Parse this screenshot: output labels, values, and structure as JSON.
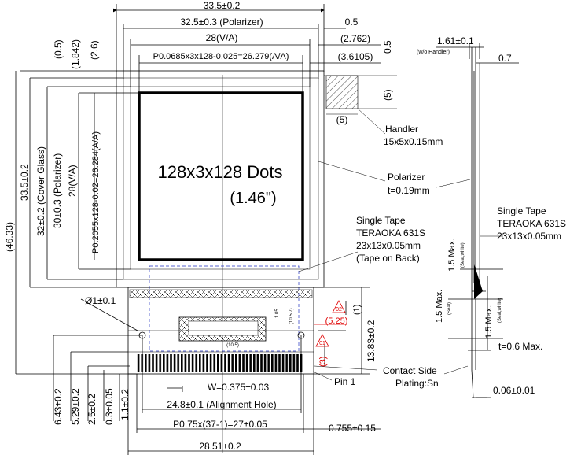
{
  "colors": {
    "line": "#000000",
    "background": "#ffffff",
    "warning_marker": "#e00000",
    "tape_outline": "#2030c0"
  },
  "module": {
    "display_label": "128x3x128 Dots",
    "display_size": "(1.46\")"
  },
  "top_dimensions": {
    "overall_width": "33.5±0.2",
    "polarizer_width": "32.5±0.3 (Polarizer)",
    "va_width": "28(V/A)",
    "aa_pitch": "P0.0685x3x128-0.025=26.279(A/A)",
    "offset_0_5": "0.5",
    "offset_2_762": "(2.762)",
    "offset_3_6105": "(3.6105)",
    "left_0_5": "(0.5)",
    "left_1_842": "(1.842)",
    "left_2_6": "(2.6)",
    "handler_5_vertical": "(5)",
    "handler_5_horizontal": "(5)"
  },
  "left_dimensions": {
    "total_height": "(46.33)",
    "overall_height": "33.5±0.2",
    "cover_glass": "32±0.2 (Cover Glass)",
    "polarizer_height": "30±0.3 (Polarizer)",
    "va_height": "28(V/A)",
    "aa_pitch_vertical": "P0.2055x128-0.02=26.284(A/A)"
  },
  "bottom_dimensions": {
    "d_6_43": "6.43±0.2",
    "d_5_29": "5.29±0.2",
    "d_2_5": "2.5±0.2",
    "d_0_3": "0.3±0.05",
    "d_1_1": "1.1±0.2",
    "pin_width": "W=0.375±0.03",
    "alignment_hole": "24.8±0.1 (Alignment Hole)",
    "pin_pitch": "P0.75x(37-1)=27±0.05",
    "pin_edge": "0.755±0.15",
    "fpc_width": "28.51±0.2",
    "hole_diameter": "Ø1±0.1",
    "fpc_height": "13.83±0.2",
    "pin1": "Pin 1",
    "right_1": "(1)",
    "right_3": "(3)",
    "red_5_25": "(5.25)",
    "red_02": "02",
    "red_01": "01",
    "small_mark_1": "(10.5)",
    "small_mark_2": "1.05",
    "small_mark_3": "(10.5/7)"
  },
  "callouts": {
    "handler_title": "Handler",
    "handler_size": "15x5x0.15mm",
    "polarizer_title": "Polarizer",
    "polarizer_thickness": "t=0.19mm",
    "tape_front_title": "Single Tape",
    "tape_front_brand": "TERAOKA 631S",
    "tape_front_size": "23x13x0.05mm",
    "tape_front_note": "(Tape on Back)",
    "contact_side": "Contact Side",
    "plating": "Plating:Sn"
  },
  "side_view": {
    "thickness": "1.61±0.1",
    "thickness_note": "(w/o Handler)",
    "d_0_7": "0.7",
    "tape_title": "Single Tape",
    "tape_brand": "TERAOKA 631S",
    "tape_size": "23x13x0.05mm",
    "max_1_5_upper": "1.5 Max.",
    "seal_white_upper": "(Seal,white)",
    "max_1_5_mid": "1.5 Max.",
    "seal_mid": "(Seal)",
    "max_1_5_lower": "1.5 Max.",
    "seal_white_lower": "(Seal,white)",
    "t_max": "t=0.6 Max.",
    "fpc_thickness": "0.06±0.01"
  }
}
